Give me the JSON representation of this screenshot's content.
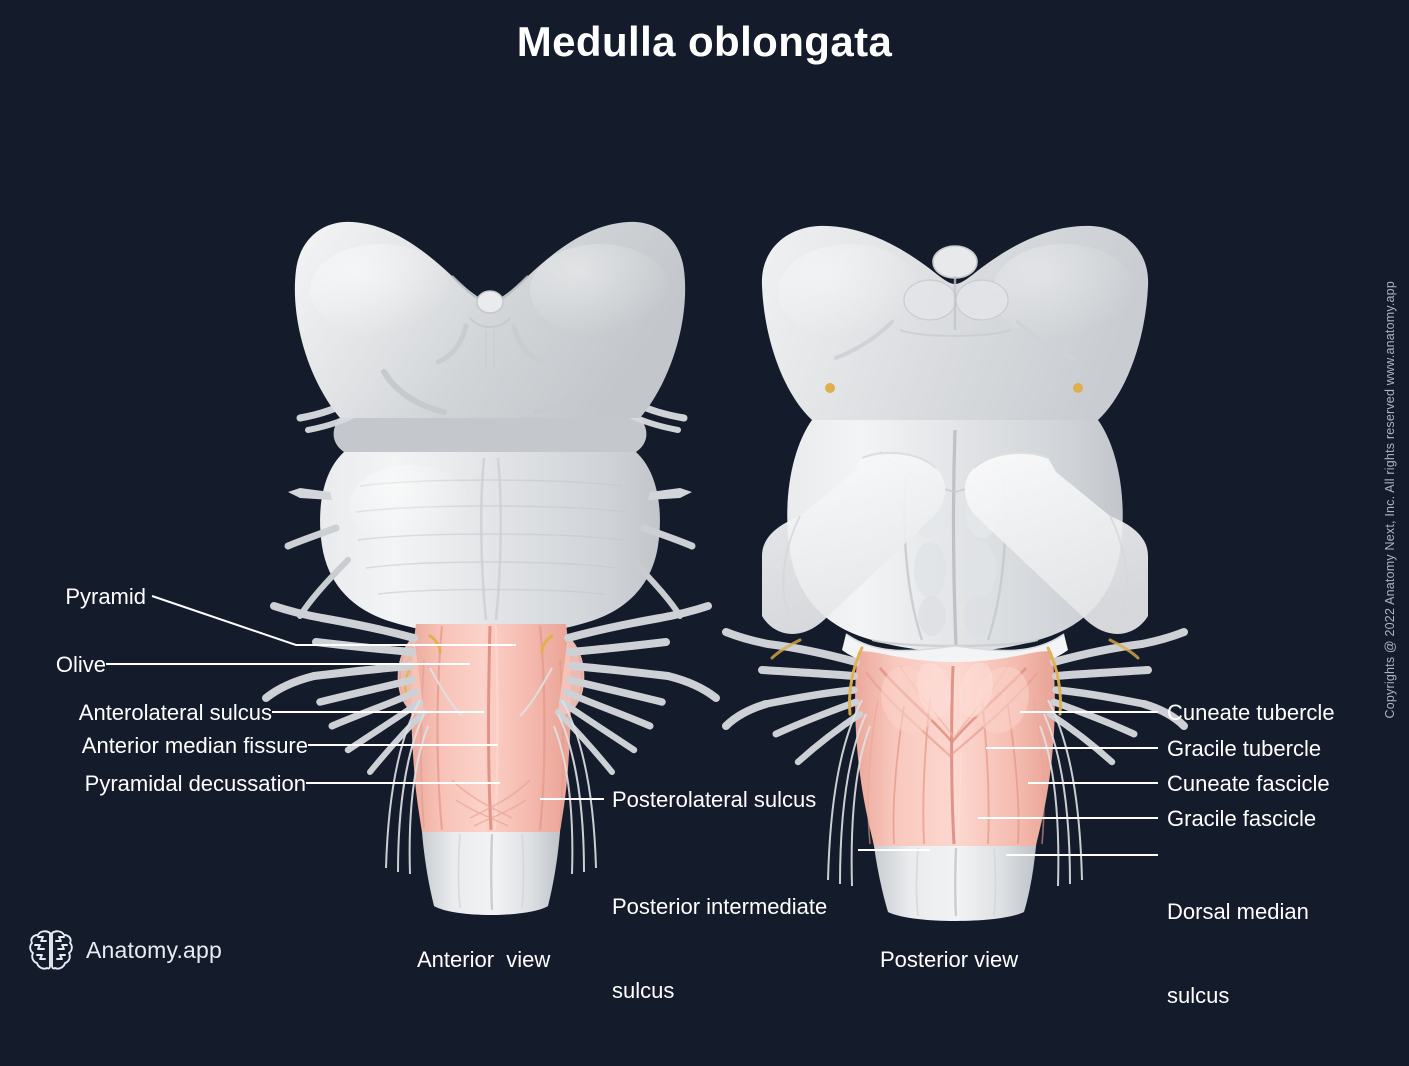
{
  "page": {
    "title": "Medulla oblongata",
    "background_color": "#141b2b",
    "text_color": "#ffffff",
    "accent_pink": "#f4b0a5",
    "bone_gray": "#d9dbdd"
  },
  "copyright": {
    "text": "Copyrights @ 2022 Anatomy Next, Inc. All rights reserved www.anatomy.app"
  },
  "brand": {
    "name": "Anatomy.app",
    "icon": "brain-icon"
  },
  "captions": {
    "anterior": "Anterior  view",
    "posterior": "Posterior view"
  },
  "labels": {
    "left": [
      {
        "id": "pyramid",
        "text": "Pyramid"
      },
      {
        "id": "olive",
        "text": "Olive"
      },
      {
        "id": "anterolateral-sulcus",
        "text": "Anterolateral sulcus"
      },
      {
        "id": "anterior-median-fissure",
        "text": "Anterior median fissure"
      },
      {
        "id": "pyramidal-decussation",
        "text": "Pyramidal decussation"
      }
    ],
    "middle": [
      {
        "id": "posterolateral-sulcus",
        "text": "Posterolateral sulcus"
      },
      {
        "id": "posterior-intermediate-sulcus",
        "line1": "Posterior intermediate",
        "line2": "sulcus"
      }
    ],
    "right": [
      {
        "id": "cuneate-tubercle",
        "text": "Cuneate tubercle"
      },
      {
        "id": "gracile-tubercle",
        "text": "Gracile tubercle"
      },
      {
        "id": "cuneate-fascicle",
        "text": "Cuneate fascicle"
      },
      {
        "id": "gracile-fascicle",
        "text": "Gracile fascicle"
      },
      {
        "id": "dorsal-median-sulcus",
        "line1": "Dorsal median",
        "line2": "sulcus"
      }
    ]
  }
}
